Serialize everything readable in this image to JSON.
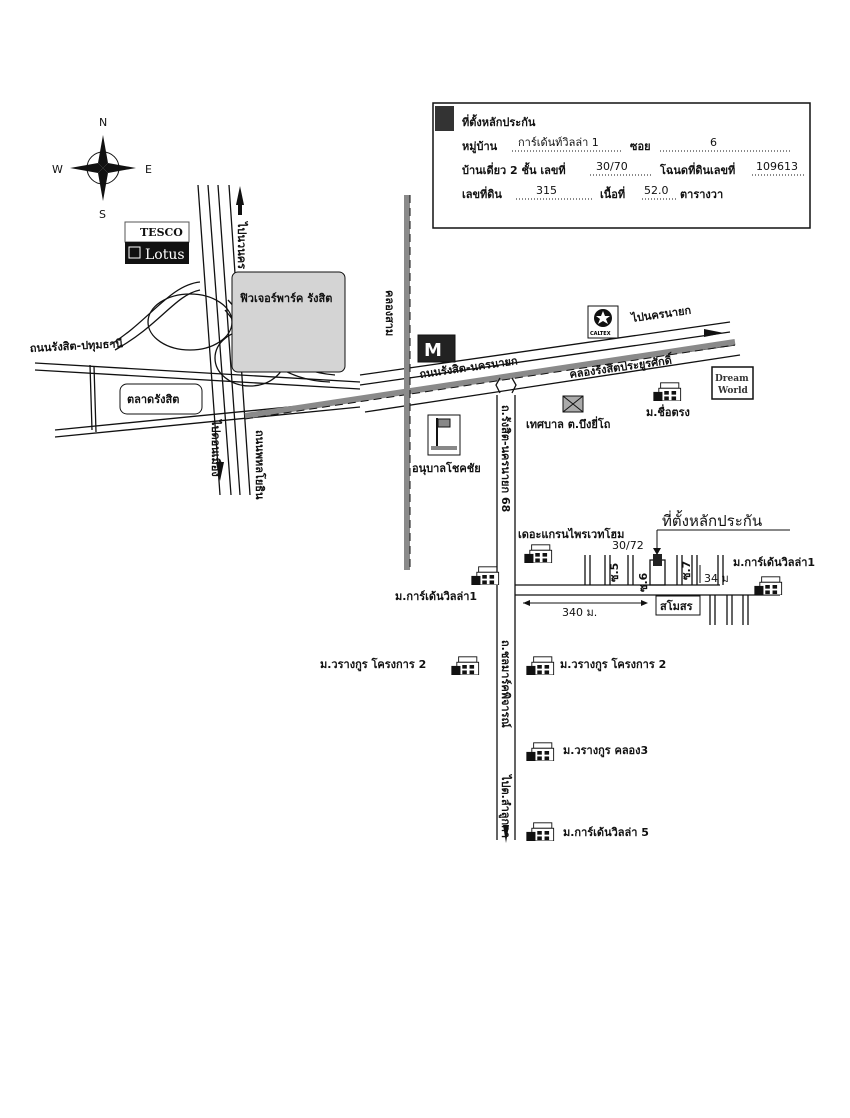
{
  "compass": {
    "n": "N",
    "s": "S",
    "e": "E",
    "w": "W"
  },
  "info_box": {
    "title": "ที่ตั้งหลักประกัน",
    "village_label": "หมู่บ้าน",
    "village_value": "การ์เด้นท์วิลล่า 1",
    "soi_label": "ซอย",
    "soi_value": "6",
    "house_label": "บ้านเดี่ยว 2 ชั้น เลขที่",
    "house_value": "30/70",
    "deed_label": "โฉนดที่ดินเลขที่",
    "deed_value": "109613",
    "land_no_label": "เลขที่ดิน",
    "land_no_value": "315",
    "area_label": "เนื้อที่",
    "area_value": "52.0",
    "area_unit": "ตารางวา"
  },
  "logos": {
    "tesco": "TESCO",
    "lotus": "Lotus",
    "caltex": "CALTEX",
    "mcdonalds": "McDonald's",
    "dream": "Dream",
    "world": "World"
  },
  "labels": {
    "to_navanakorn": "ไปนวนคร",
    "future_park": "ฟิวเจอร์พาร์ค รังสิต",
    "rangsit_pathum": "ถนนรังสิต-ปทุมธานี",
    "rangsit_market": "ตลาดรังสิต",
    "to_donmueang": "ไปดอนเมือง",
    "phahonyothin": "ถนนพหลโยธิน",
    "khlong_sam": "คลองสาม",
    "rangsit_nakhonnayok": "ถนนรังสิต-นครนายก",
    "khlong_rangsit": "คลองรังสิตประยูรศักดิ์",
    "to_nakhonnayok": "ไปนครนายก",
    "anuban": "อนุบาลโชคชัย",
    "municipality": "เทศบาล ต.บึงยี่โถ",
    "m_chuetrong": "ม.ชื่อตรง",
    "soi68": "ถ.รังสิต-นครนายก 68",
    "grand_private": "เดอะแกรนไพรเวทโฮม",
    "collateral": "ที่ตั้งหลักประกัน",
    "house_no": "30/72",
    "soi5": "ซ.5",
    "soi6": "ซ.6",
    "soi7": "ซ.7",
    "dist34": "34 ม",
    "dist340": "340 ม.",
    "club": "สโมสร",
    "garden1_right": "ม.การ์เด้นวิลล่า1",
    "garden1_left": "ม.การ์เด้นวิลล่า1",
    "warang_left": "ม.วรางกูร โครงการ 2",
    "warang_right": "ม.วรางกูร โครงการ 2",
    "warang3": "ม.วรางกูร คลอง3",
    "garden5": "ม.การ์เด้นวิลล่า 5",
    "chonmarn": "ถ.ชลมาร์คพิจารณ์",
    "to_lamlukka": "ไปต.ลำลูกกา"
  }
}
